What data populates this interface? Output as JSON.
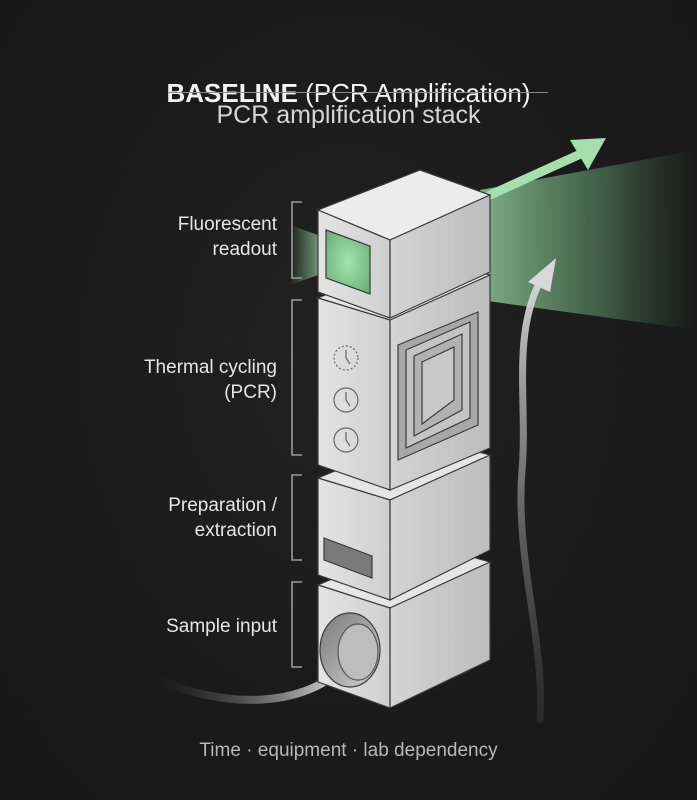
{
  "header": {
    "title_bold": "BASELINE",
    "title_rest": " (PCR Amplification)",
    "subtitle": "PCR amplification stack"
  },
  "stages": [
    {
      "id": "fluorescent-readout",
      "line1": "Fluorescent",
      "line2": "readout"
    },
    {
      "id": "thermal-cycling",
      "line1": "Thermal cycling",
      "line2": "(PCR)"
    },
    {
      "id": "preparation-extraction",
      "line1": "Preparation /",
      "line2": "extraction"
    },
    {
      "id": "sample-input",
      "line1": "Sample input",
      "line2": ""
    }
  ],
  "footer": "Time · equipment · lab dependency",
  "colors": {
    "background": "#1a1a1a",
    "module": "#d9d9d9",
    "glow": "#8fd49a",
    "text": "#e8e8e8"
  }
}
